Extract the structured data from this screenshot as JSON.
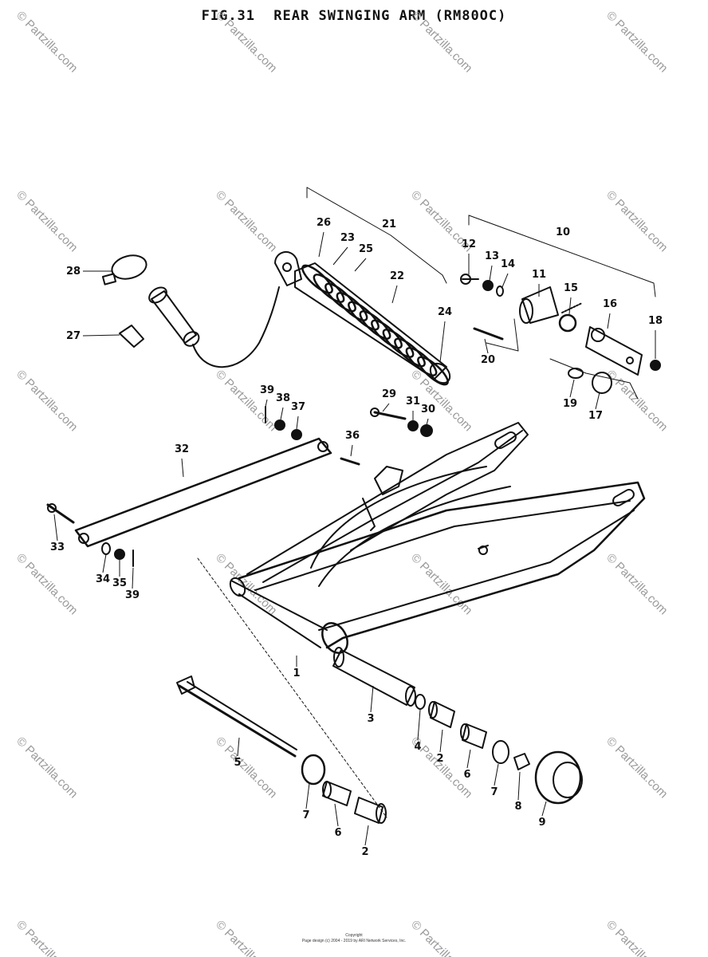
{
  "title": {
    "fig": "FIG.31",
    "name": "REAR SWINGING ARM (RM80OC)"
  },
  "watermark": {
    "text": "© Partzilla.com",
    "color": "#9a9a9a"
  },
  "callouts": [
    {
      "id": "c1",
      "label": "1"
    },
    {
      "id": "c2a",
      "label": "2"
    },
    {
      "id": "c2b",
      "label": "2"
    },
    {
      "id": "c3",
      "label": "3"
    },
    {
      "id": "c4",
      "label": "4"
    },
    {
      "id": "c5",
      "label": "5"
    },
    {
      "id": "c6a",
      "label": "6"
    },
    {
      "id": "c6b",
      "label": "6"
    },
    {
      "id": "c7a",
      "label": "7"
    },
    {
      "id": "c7b",
      "label": "7"
    },
    {
      "id": "c8",
      "label": "8"
    },
    {
      "id": "c9",
      "label": "9"
    },
    {
      "id": "c10",
      "label": "10"
    },
    {
      "id": "c11",
      "label": "11"
    },
    {
      "id": "c12",
      "label": "12"
    },
    {
      "id": "c13",
      "label": "13"
    },
    {
      "id": "c14",
      "label": "14"
    },
    {
      "id": "c15",
      "label": "15"
    },
    {
      "id": "c16",
      "label": "16"
    },
    {
      "id": "c17",
      "label": "17"
    },
    {
      "id": "c18",
      "label": "18"
    },
    {
      "id": "c19",
      "label": "19"
    },
    {
      "id": "c20",
      "label": "20"
    },
    {
      "id": "c21",
      "label": "21"
    },
    {
      "id": "c22",
      "label": "22"
    },
    {
      "id": "c23",
      "label": "23"
    },
    {
      "id": "c24",
      "label": "24"
    },
    {
      "id": "c25",
      "label": "25"
    },
    {
      "id": "c26",
      "label": "26"
    },
    {
      "id": "c27",
      "label": "27"
    },
    {
      "id": "c28",
      "label": "28"
    },
    {
      "id": "c29",
      "label": "29"
    },
    {
      "id": "c30",
      "label": "30"
    },
    {
      "id": "c31",
      "label": "31"
    },
    {
      "id": "c32",
      "label": "32"
    },
    {
      "id": "c33",
      "label": "33"
    },
    {
      "id": "c34",
      "label": "34"
    },
    {
      "id": "c35",
      "label": "35"
    },
    {
      "id": "c36",
      "label": "36"
    },
    {
      "id": "c37",
      "label": "37"
    },
    {
      "id": "c38",
      "label": "38"
    },
    {
      "id": "c39a",
      "label": "39"
    },
    {
      "id": "c39b",
      "label": "39"
    }
  ],
  "footer": {
    "line1": "Copyright",
    "line2": "Page design (c) 2004 - 2019 by ARI Network Services, Inc."
  }
}
